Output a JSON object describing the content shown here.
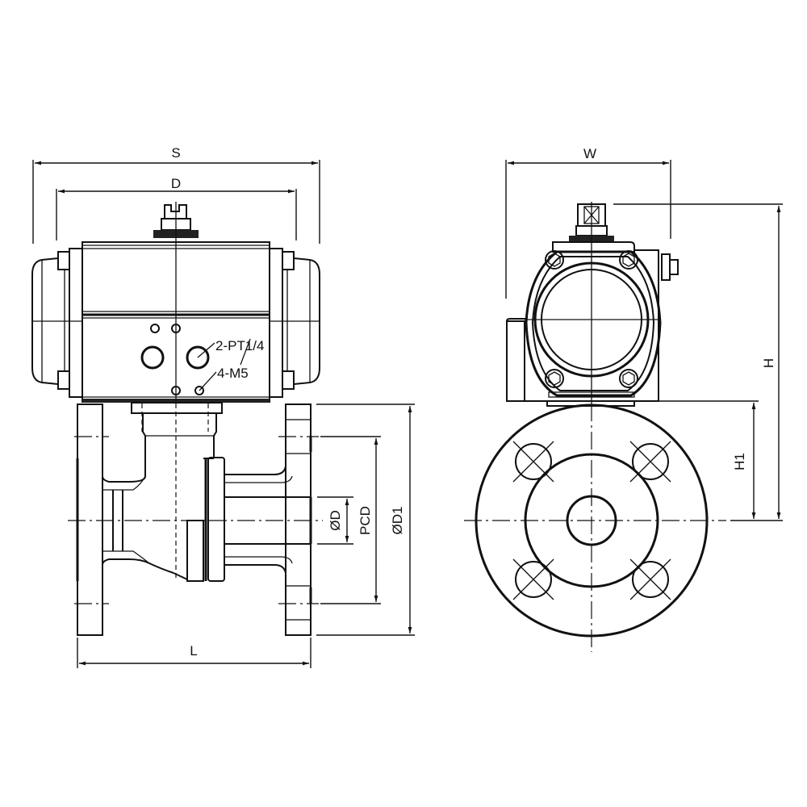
{
  "drawing": {
    "subject": "Pneumatic actuated flanged ball valve",
    "colors": {
      "line": "#111111",
      "background": "#ffffff"
    },
    "front_view": {
      "dimensions": {
        "overall_width": "S",
        "actuator_width": "D",
        "length": "L",
        "bore": "ØD",
        "pitch_circle": "PCD",
        "flange_diameter": "ØD1"
      },
      "annotations": {
        "air_ports": "2-PT1/4",
        "mount_threads": "4-M5"
      }
    },
    "side_view": {
      "dimensions": {
        "width": "W",
        "total_height": "H",
        "center_height": "H1"
      }
    }
  }
}
